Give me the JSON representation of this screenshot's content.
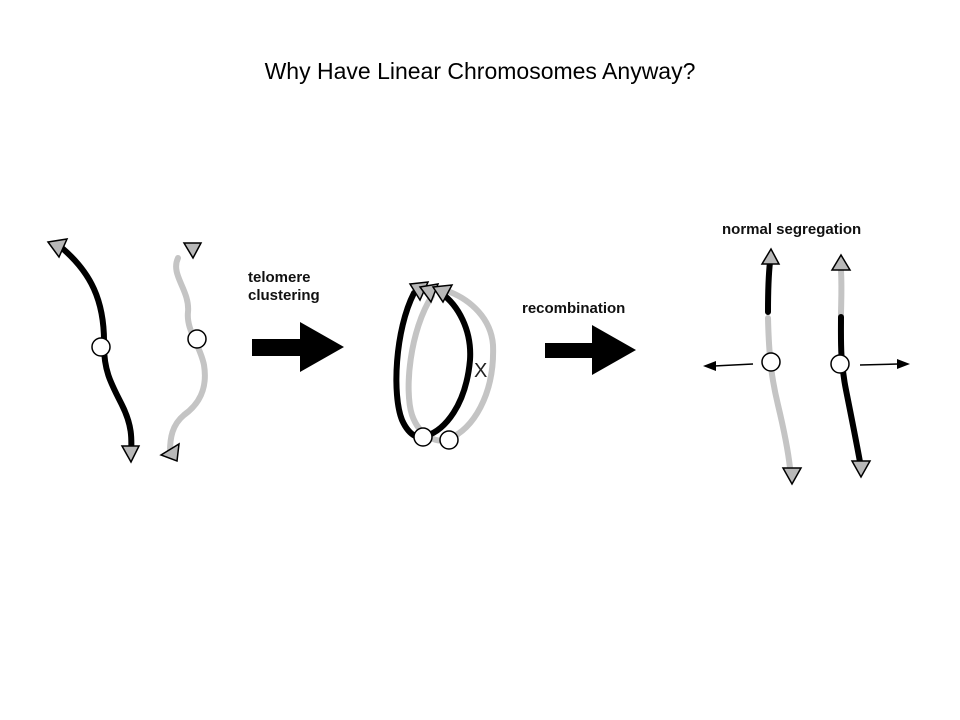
{
  "title": "Why Have Linear Chromosomes Anyway?",
  "figure": {
    "step1_label_line1": "telomere",
    "step1_label_line2": "clustering",
    "step2_label": "recombination",
    "result_label": "normal segregation",
    "crossover_mark": "X"
  },
  "colors": {
    "dark_chromosome": "#000000",
    "light_chromosome": "#c4c4c4",
    "telomere_fill": "#b8b8b8",
    "centromere_fill": "#ffffff",
    "arrow": "#000000"
  }
}
